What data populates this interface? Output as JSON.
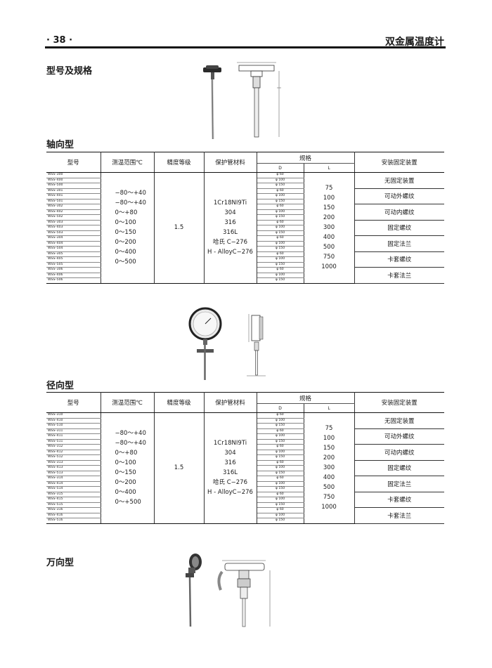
{
  "header": {
    "page_number": "· 38 ·",
    "running_title": "双金属温度计"
  },
  "sections": {
    "model_spec": "型号及规格",
    "axial": "轴向型",
    "radial": "径向型",
    "universal": "万向型"
  },
  "axial_table": {
    "col_model": "型号",
    "col_range": "测温范围℃",
    "col_accuracy": "精度等级",
    "col_material": "保护管材料",
    "col_spec": "规格",
    "col_d": "D",
    "col_l": "L",
    "col_mount": "安装固定装置",
    "models": [
      "WSS–300",
      "WSS–400",
      "WSS–500",
      "WSS–301",
      "WSS–401",
      "WSS–501",
      "WSS–302",
      "WSS–402",
      "WSS–502",
      "WSS–303",
      "WSS–403",
      "WSS–503",
      "WSS–304",
      "WSS–404",
      "WSS–504",
      "WSS–305",
      "WSS–405",
      "WSS–505",
      "WSS–306",
      "WSS–406",
      "WSS–506"
    ],
    "ranges": [
      "−80～+40",
      "−80～+40",
      "0～+80",
      "0～100",
      "0～150",
      "0～200",
      "0～400",
      "0～500"
    ],
    "accuracy": "1.5",
    "materials": [
      "1Cr18NI9Ti",
      "304",
      "316",
      "316L",
      "哈氏 C−276",
      "H - AlloyC−276"
    ],
    "d_values": [
      "φ 60",
      "φ 100",
      "φ 150",
      "φ 60",
      "φ 100",
      "φ 150",
      "φ 60",
      "φ 100",
      "φ 150",
      "φ 60",
      "φ 100",
      "φ 150",
      "φ 60",
      "φ 100",
      "φ 150",
      "φ 60",
      "φ 100",
      "φ 150",
      "φ 60",
      "φ 100",
      "φ 150"
    ],
    "l_values": [
      "75",
      "100",
      "150",
      "200",
      "300",
      "400",
      "500",
      "750",
      "1000"
    ],
    "mounts": [
      "无固定装置",
      "可动外螺纹",
      "可动内螺纹",
      "固定螺纹",
      "固定法兰",
      "卡套螺纹",
      "卡套法兰"
    ]
  },
  "radial_table": {
    "col_model": "型号",
    "col_range": "测温范围℃",
    "col_accuracy": "精度等级",
    "col_material": "保护管材料",
    "col_spec": "规格",
    "col_d": "D",
    "col_l": "L",
    "col_mount": "安装固定装置",
    "models": [
      "WSS–310",
      "WSS–410",
      "WSS–510",
      "WSS–311",
      "WSS–411",
      "WSS–511",
      "WSS–312",
      "WSS–412",
      "WSS–512",
      "WSS–313",
      "WSS–413",
      "WSS–513",
      "WSS–314",
      "WSS–414",
      "WSS–514",
      "WSS–315",
      "WSS–415",
      "WSS–515",
      "WSS–316",
      "WSS–416",
      "WSS–516"
    ],
    "ranges": [
      "−80～+40",
      "−80～+40",
      "0～+80",
      "0～100",
      "0～150",
      "0～200",
      "0～400",
      "0～+500"
    ],
    "accuracy": "1.5",
    "materials": [
      "1Cr18NI9Ti",
      "304",
      "316",
      "316L",
      "哈氏 C−276",
      "H - AlloyC−276"
    ],
    "d_values": [
      "φ 60",
      "φ 100",
      "φ 150",
      "φ 60",
      "φ 100",
      "φ 150",
      "φ 60",
      "φ 100",
      "φ 150",
      "φ 60",
      "φ 100",
      "φ 150",
      "φ 60",
      "φ 100",
      "φ 150",
      "φ 60",
      "φ 100",
      "φ 150",
      "φ 60",
      "φ 100",
      "φ 150"
    ],
    "l_values": [
      "75",
      "100",
      "150",
      "200",
      "300",
      "400",
      "500",
      "750",
      "1000"
    ],
    "mounts": [
      "无固定装置",
      "可动外螺纹",
      "可动内螺纹",
      "固定螺纹",
      "固定法兰",
      "卡套螺纹",
      "卡套法兰"
    ]
  }
}
